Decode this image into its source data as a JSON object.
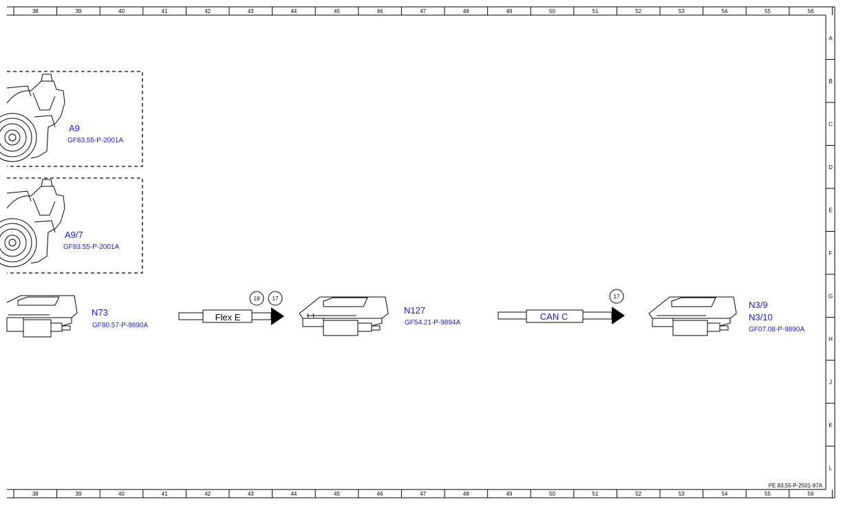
{
  "columns": [
    "38",
    "39",
    "40",
    "41",
    "42",
    "43",
    "44",
    "45",
    "46",
    "47",
    "48",
    "49",
    "50",
    "51",
    "52",
    "53",
    "54",
    "55",
    "56"
  ],
  "rows": [
    "A",
    "B",
    "C",
    "D",
    "E",
    "F",
    "G",
    "H",
    "J",
    "K",
    "L"
  ],
  "components": {
    "a9": {
      "id": "A9",
      "ref": "GF83.55-P-2001A"
    },
    "a9_7": {
      "id": "A9/7",
      "ref": "GF83.55-P-2001A"
    },
    "n73": {
      "id": "N73",
      "ref": "GF80.57-P-9890A"
    },
    "n127": {
      "id": "N127",
      "ref": "GF54.21-P-9894A"
    },
    "n3": {
      "id_1": "N3/9",
      "id_2": "N3/10",
      "ref": "GF07.08-P-9890A"
    }
  },
  "buses": {
    "flex_e": {
      "label": "Flex E",
      "markers": [
        "18",
        "17"
      ]
    },
    "can_c": {
      "label": "CAN C",
      "markers": [
        "17"
      ]
    }
  },
  "footer_ref": "PE 83.55-P-2501-97A",
  "colors": {
    "label_blue": "#1a1acc",
    "line": "#000000"
  }
}
